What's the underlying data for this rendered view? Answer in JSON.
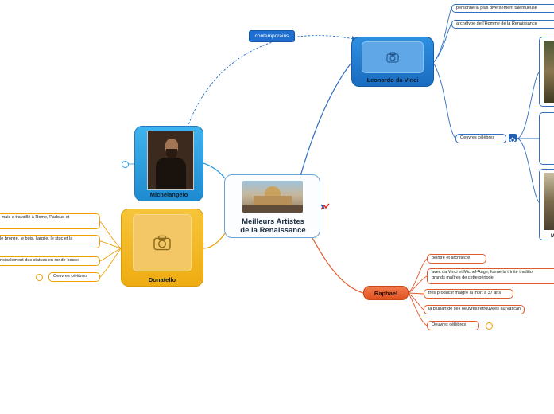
{
  "root": {
    "title_line1": "Meilleurs Artistes",
    "title_line2": "de la Renaissance"
  },
  "relation": {
    "label": "contemporains"
  },
  "leonardo": {
    "label": "Leonardo da Vinci",
    "notes": [
      "personne la plus diversement talentueuse",
      "archétype de l'Homme de la Renaissance",
      "Oeuvres célèbres"
    ]
  },
  "michelangelo": {
    "label": "Michelangelo"
  },
  "donatello": {
    "label": "Donatello",
    "notes": [
      "e mais a travaillé à Rome, Padoue et",
      ", le bronze, le bois, l'argile, le stuc et la",
      "rincipalement des statues en ronde-bosse",
      "Oeuvres célèbres"
    ]
  },
  "raphael": {
    "label": "Raphael",
    "notes": [
      "peintre et architecte",
      "avec da Vinci et Michel-Ange, forme la trinité traditio",
      "grands maîtres de cette période",
      "très productif malgré la mort à 37 ans",
      "la plupart de ses oeuvres retrouvées au Vatican",
      "Oeuvres célèbres"
    ]
  },
  "side_label": "M",
  "colors": {
    "leonardo": "#2e6fc0",
    "michelangelo": "#2c9be0",
    "donatello": "#f0a100",
    "raphael": "#e2592a"
  }
}
